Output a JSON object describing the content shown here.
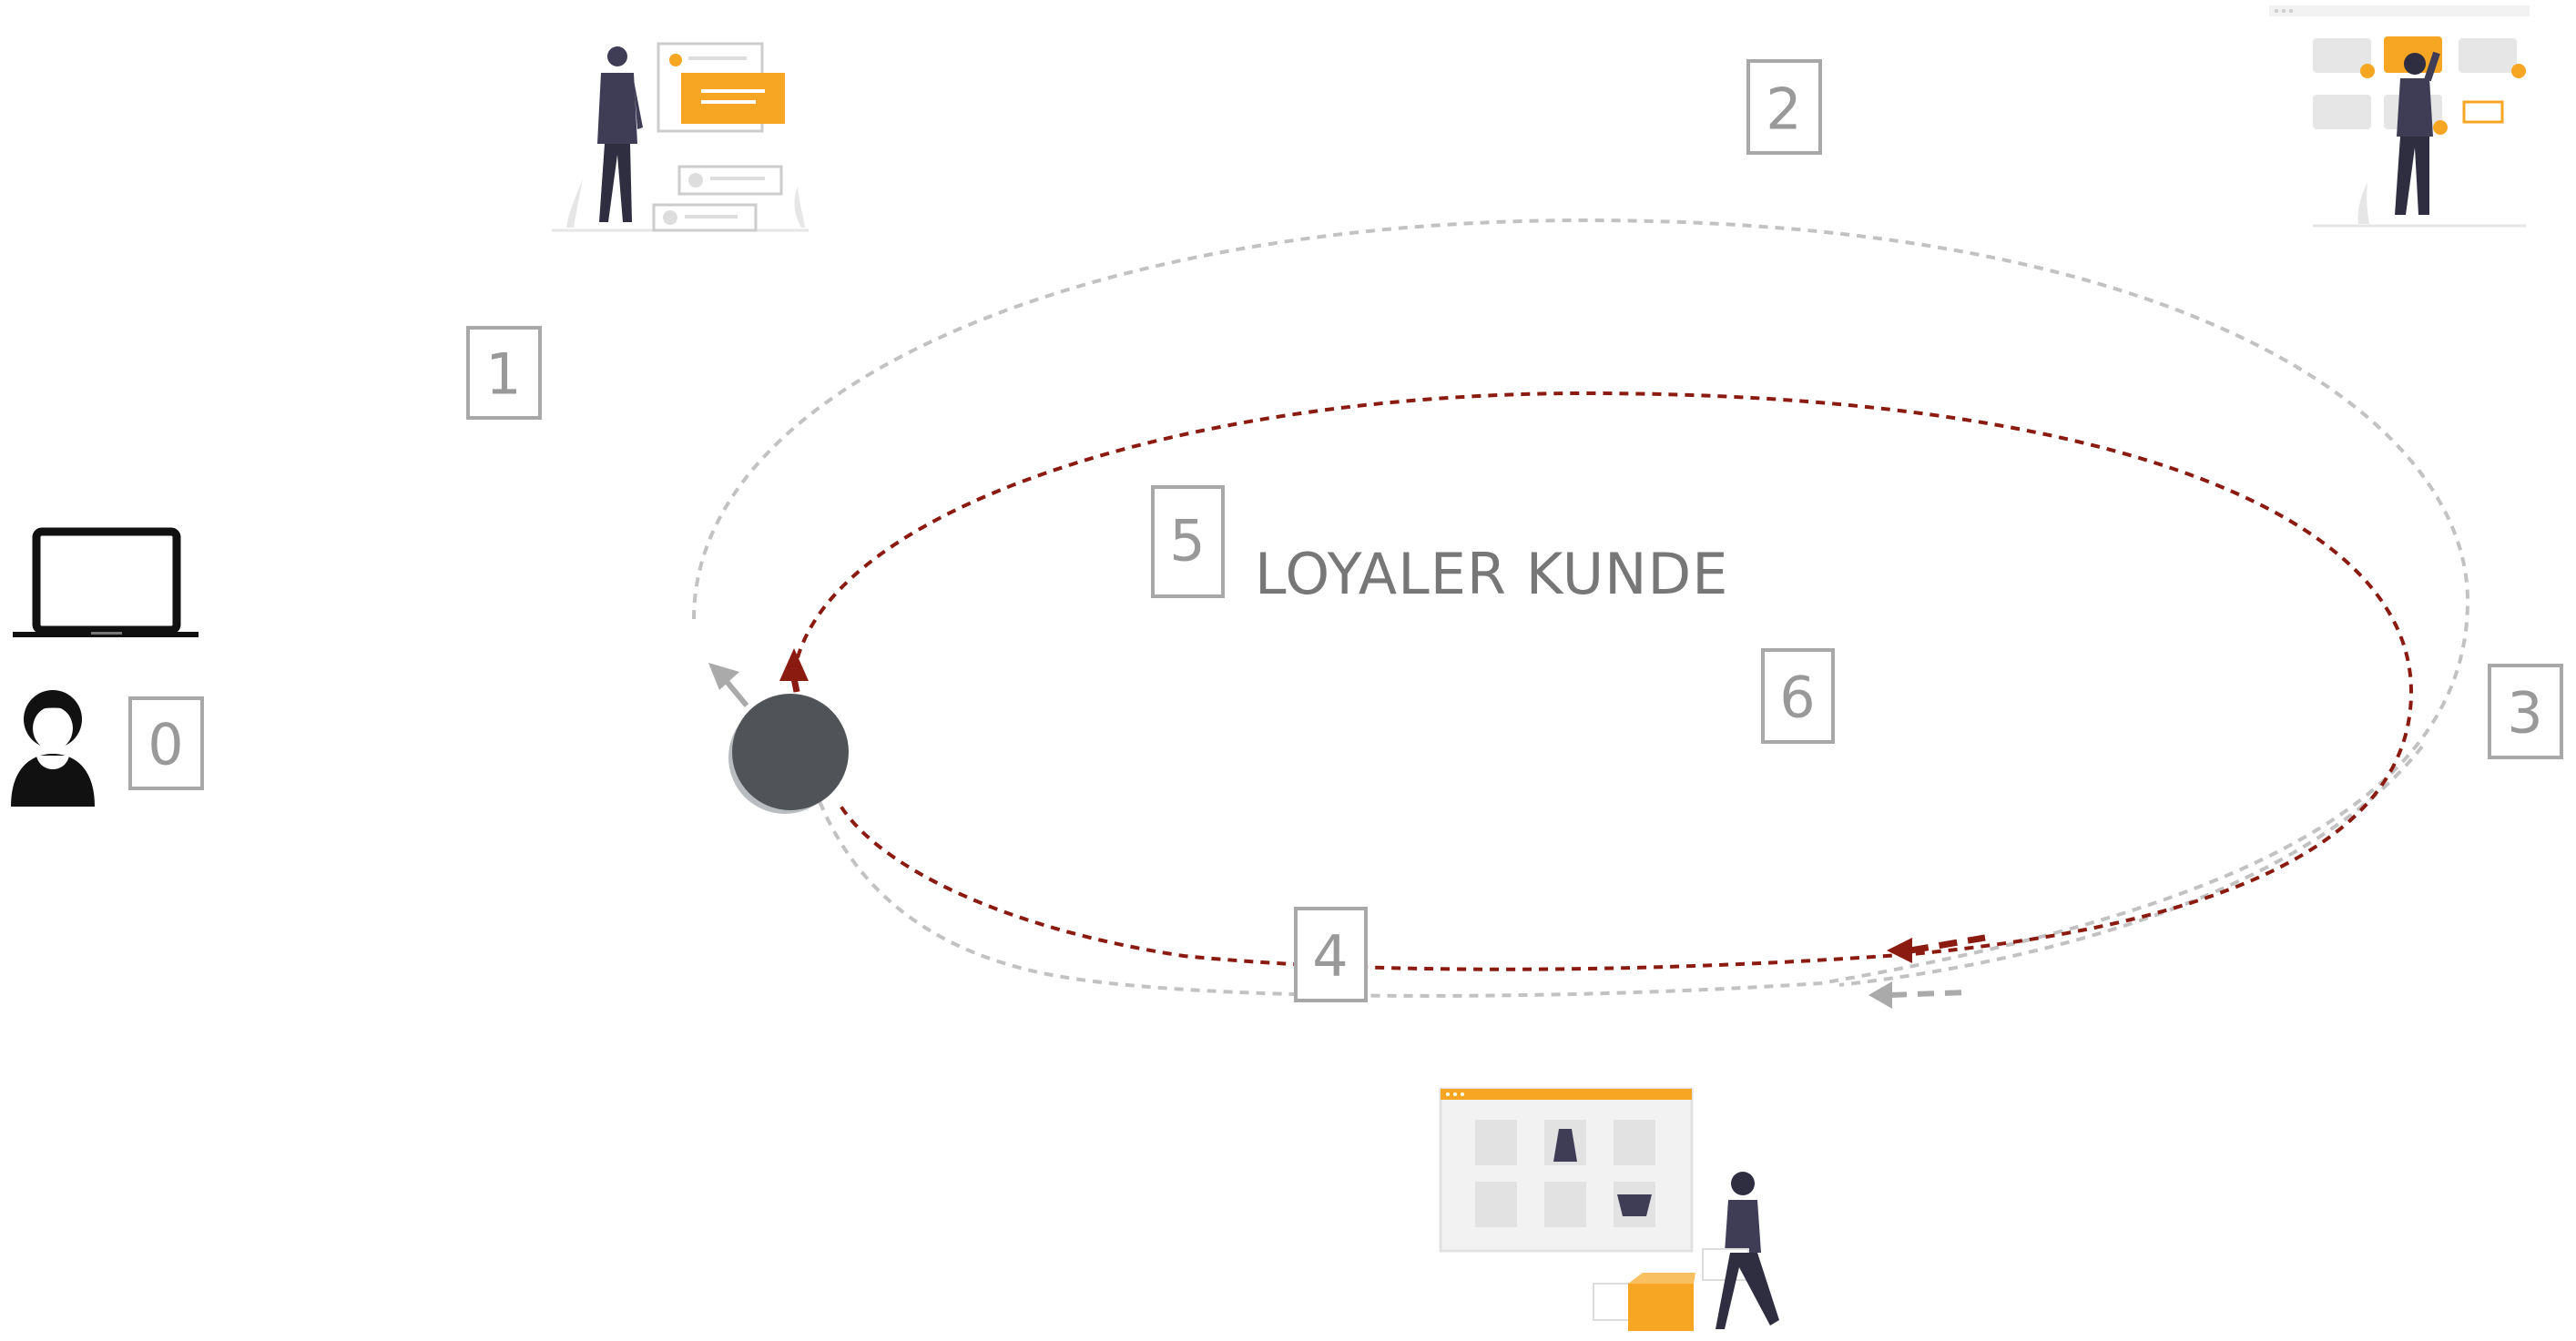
{
  "title": "LOYALER KUNDE",
  "steps": [
    {
      "label": "0"
    },
    {
      "label": "1"
    },
    {
      "label": "2"
    },
    {
      "label": "3"
    },
    {
      "label": "4"
    },
    {
      "label": "5"
    },
    {
      "label": "6"
    }
  ],
  "icons": [
    "laptop-icon",
    "user-avatar-icon",
    "person-browsing-icon",
    "woman-selecting-product-icon",
    "woman-with-package-icon"
  ],
  "colors": {
    "accent": "#f6a623",
    "dark": "#3f3d56",
    "loyal_loop": "#8b1a10",
    "outer_loop": "#c2c2c2",
    "hub": "#505459"
  }
}
